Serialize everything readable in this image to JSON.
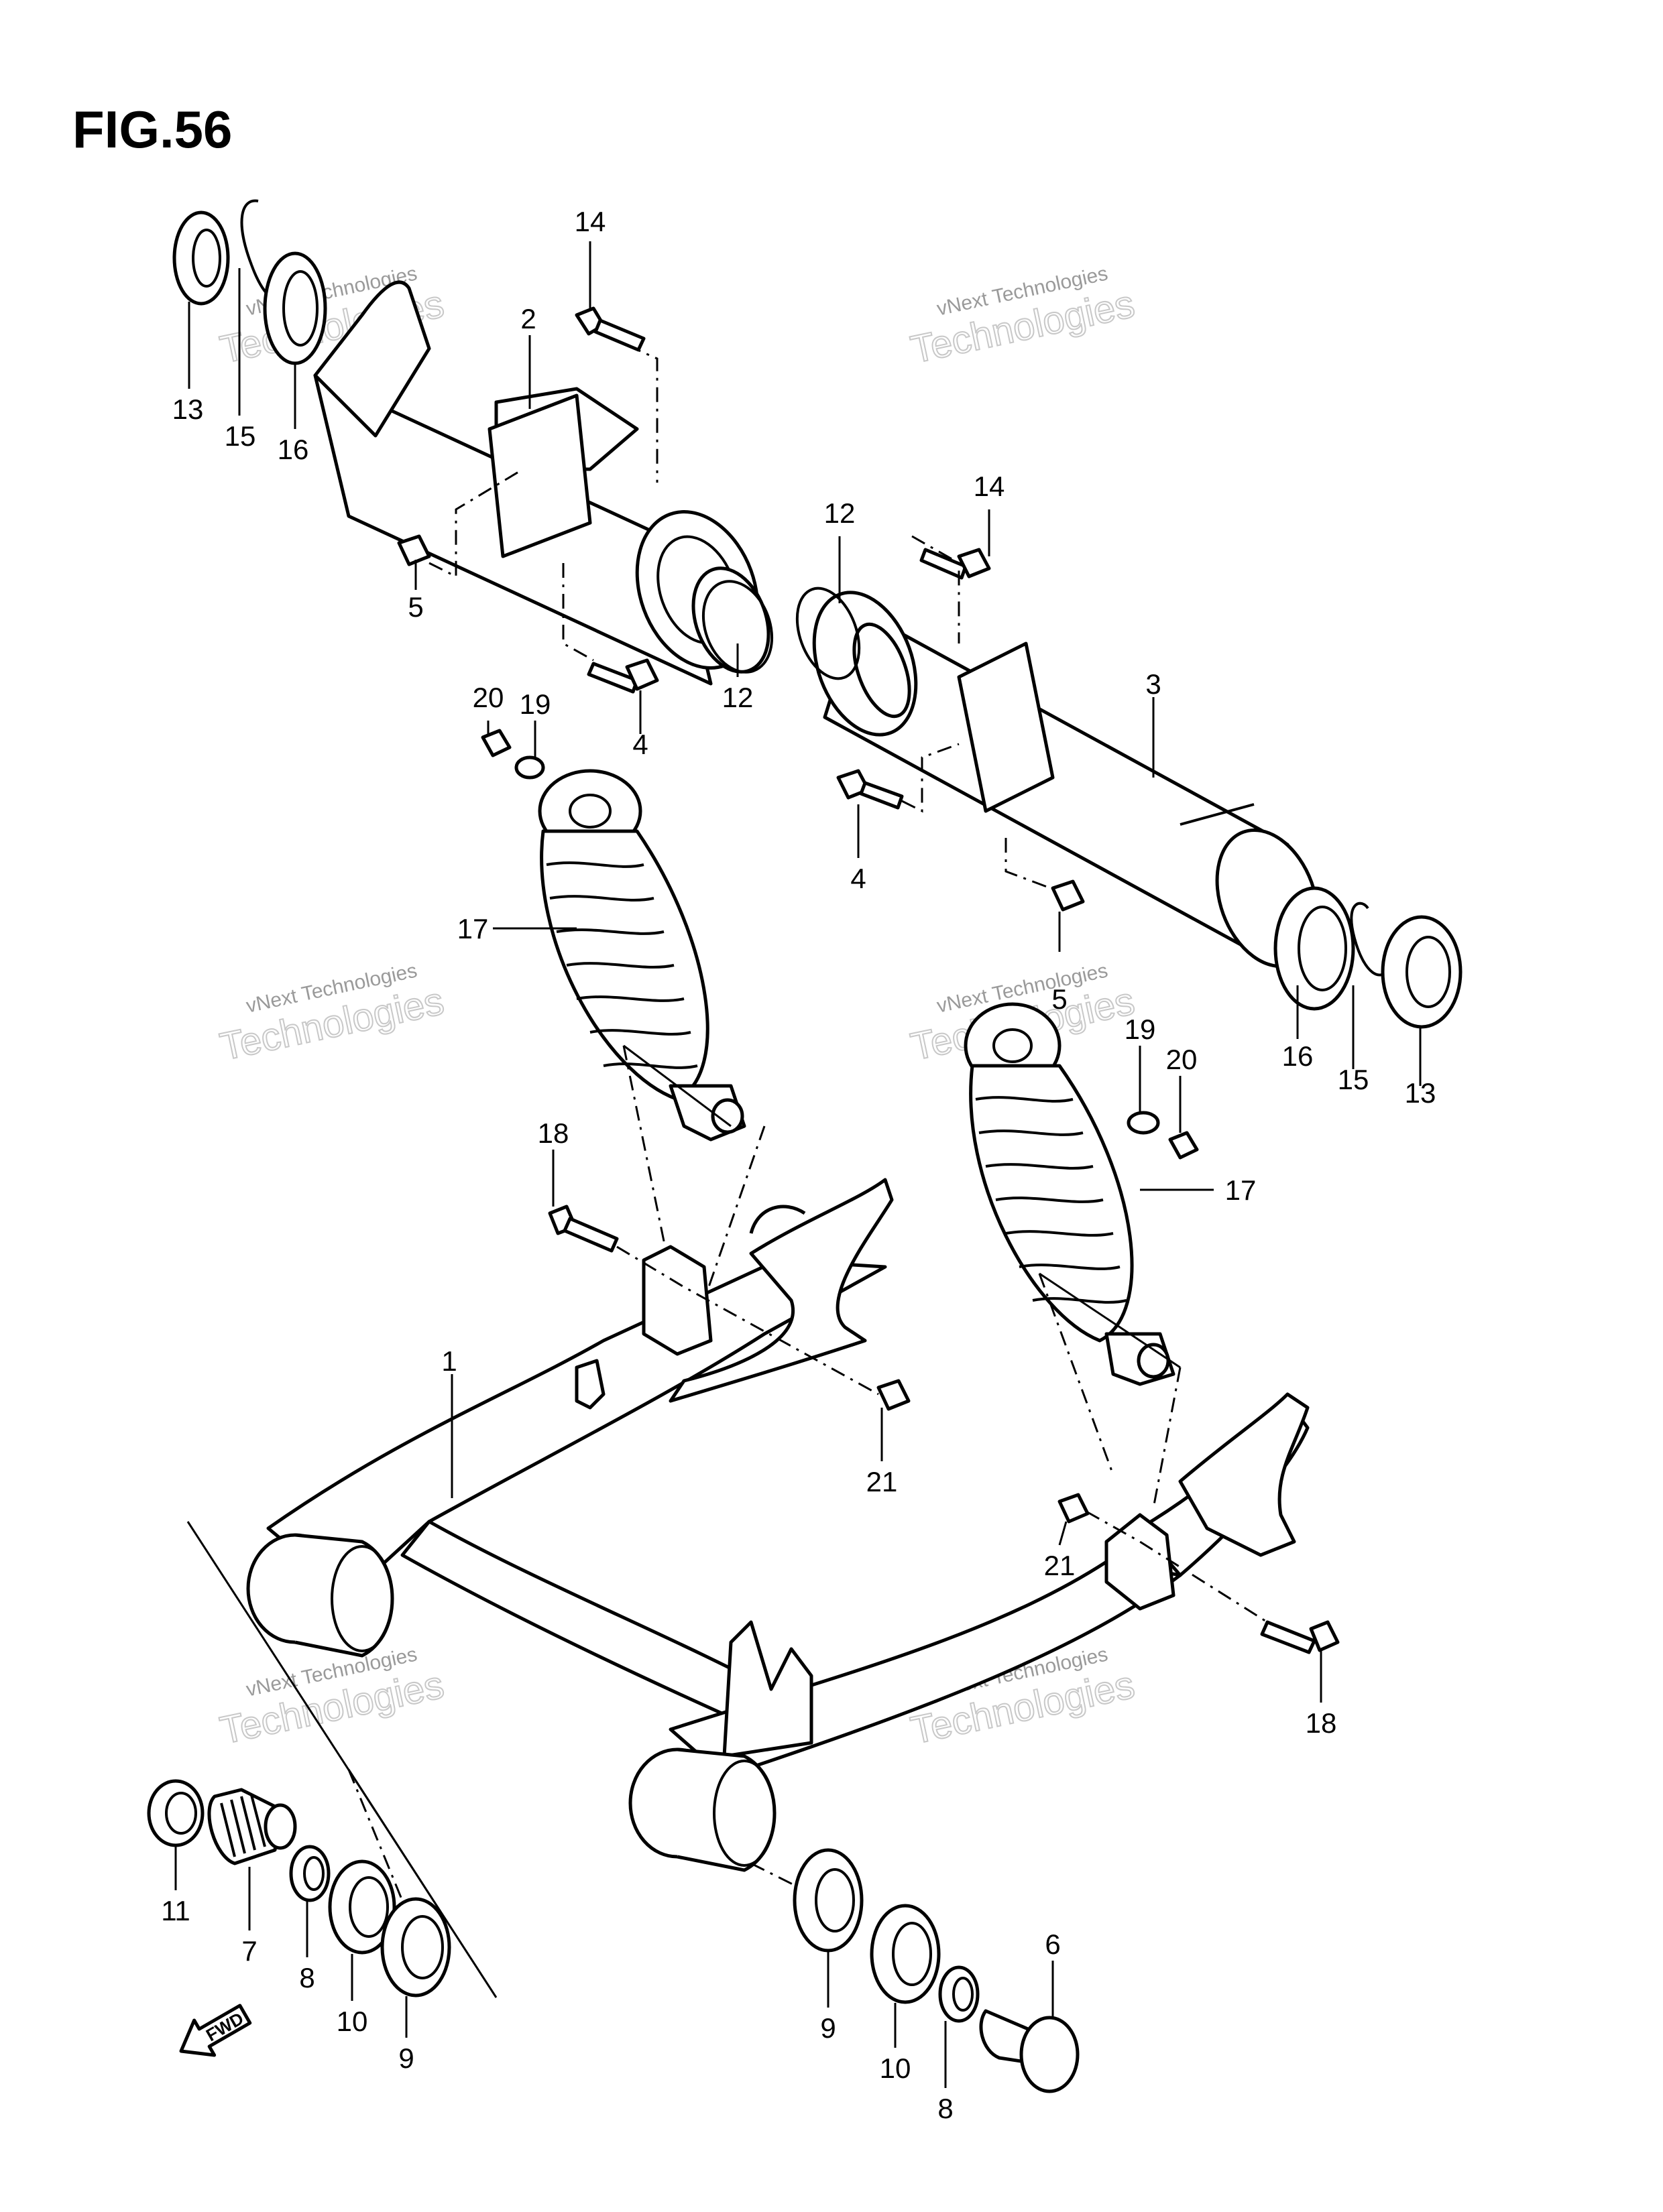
{
  "figure": {
    "title": "FIG.56"
  },
  "watermark": {
    "line1": "vNext Technologies",
    "line2": "Technologies"
  },
  "fwd_label": "FWD",
  "callouts": [
    {
      "id": "c14a",
      "text": "14"
    },
    {
      "id": "c2",
      "text": "2"
    },
    {
      "id": "c13a",
      "text": "13"
    },
    {
      "id": "c15a",
      "text": "15"
    },
    {
      "id": "c16a",
      "text": "16"
    },
    {
      "id": "c5a",
      "text": "5"
    },
    {
      "id": "c12a",
      "text": "12"
    },
    {
      "id": "c4a",
      "text": "4"
    },
    {
      "id": "c12b",
      "text": "12"
    },
    {
      "id": "c14b",
      "text": "14"
    },
    {
      "id": "c3",
      "text": "3"
    },
    {
      "id": "c4b",
      "text": "4"
    },
    {
      "id": "c5b",
      "text": "5"
    },
    {
      "id": "c16b",
      "text": "16"
    },
    {
      "id": "c15b",
      "text": "15"
    },
    {
      "id": "c13b",
      "text": "13"
    },
    {
      "id": "c20a",
      "text": "20"
    },
    {
      "id": "c19a",
      "text": "19"
    },
    {
      "id": "c17a",
      "text": "17"
    },
    {
      "id": "c19b",
      "text": "19"
    },
    {
      "id": "c20b",
      "text": "20"
    },
    {
      "id": "c17b",
      "text": "17"
    },
    {
      "id": "c18a",
      "text": "18"
    },
    {
      "id": "c1",
      "text": "1"
    },
    {
      "id": "c21a",
      "text": "21"
    },
    {
      "id": "c21b",
      "text": "21"
    },
    {
      "id": "c18b",
      "text": "18"
    },
    {
      "id": "c11",
      "text": "11"
    },
    {
      "id": "c7",
      "text": "7"
    },
    {
      "id": "c8a",
      "text": "8"
    },
    {
      "id": "c10a",
      "text": "10"
    },
    {
      "id": "c9a",
      "text": "9"
    },
    {
      "id": "c9b",
      "text": "9"
    },
    {
      "id": "c10b",
      "text": "10"
    },
    {
      "id": "c8b",
      "text": "8"
    },
    {
      "id": "c6",
      "text": "6"
    }
  ]
}
